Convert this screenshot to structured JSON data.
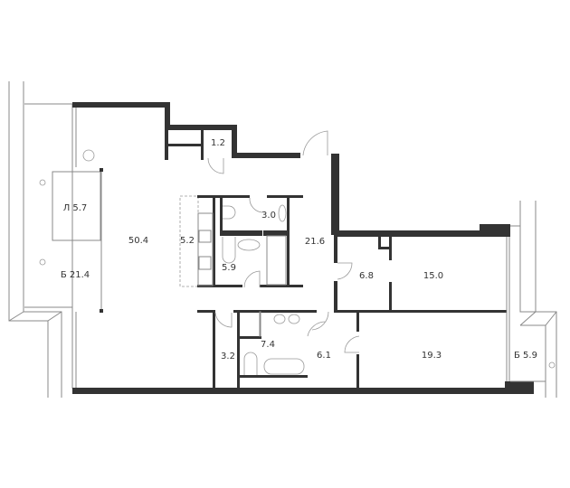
{
  "plan": {
    "rooms": [
      {
        "id": "living",
        "label": "50.4"
      },
      {
        "id": "loggia",
        "label": "Л 5.7"
      },
      {
        "id": "balcony-left",
        "label": "Б 21.4"
      },
      {
        "id": "closet",
        "label": "1.2"
      },
      {
        "id": "wc",
        "label": "3.0"
      },
      {
        "id": "kitchen",
        "label": "5.2"
      },
      {
        "id": "bathroom-1",
        "label": "5.9"
      },
      {
        "id": "hall",
        "label": "21.6"
      },
      {
        "id": "corridor",
        "label": "6.8"
      },
      {
        "id": "bedroom-1",
        "label": "15.0"
      },
      {
        "id": "wardrobe",
        "label": "3.2"
      },
      {
        "id": "bathroom-2",
        "label": "7.4"
      },
      {
        "id": "corridor-2",
        "label": "6.1"
      },
      {
        "id": "bedroom-2",
        "label": "19.3"
      },
      {
        "id": "balcony-right",
        "label": "Б 5.9"
      }
    ],
    "colors": {
      "wall": "#333333",
      "thin": "#888888"
    }
  }
}
